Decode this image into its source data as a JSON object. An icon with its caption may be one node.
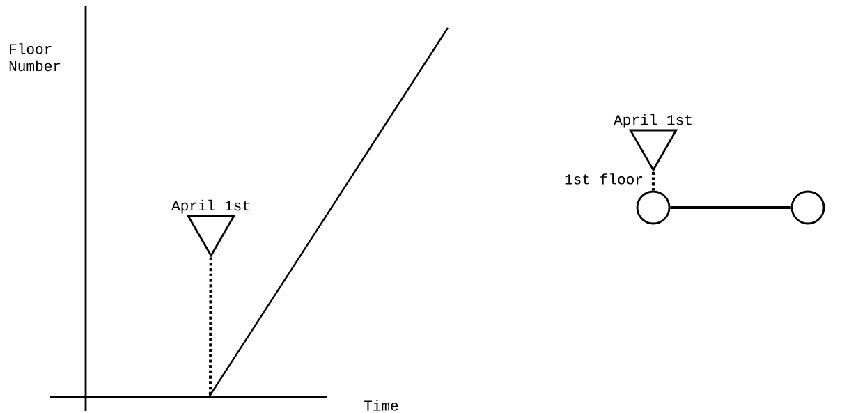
{
  "diagram": {
    "nodes": [
      {
        "text": [
          "April 1st"
        ]
      },
      {
        "text": [
          "April 1st"
        ]
      },
      {
        "text": [],
        "shape": "circle"
      },
      {
        "text": [],
        "shape": "circle"
      }
    ],
    "edges": [
      {
        "from": 0,
        "to": null,
        "arrow": "none",
        "style": "dashed"
      },
      {
        "from": 1,
        "to": 2,
        "arrow": "none",
        "style": "dashed"
      },
      {
        "from": 2,
        "to": 3,
        "arrow": "none"
      }
    ],
    "labels": [
      "Floor Number",
      "1st floor",
      "Time"
    ]
  }
}
